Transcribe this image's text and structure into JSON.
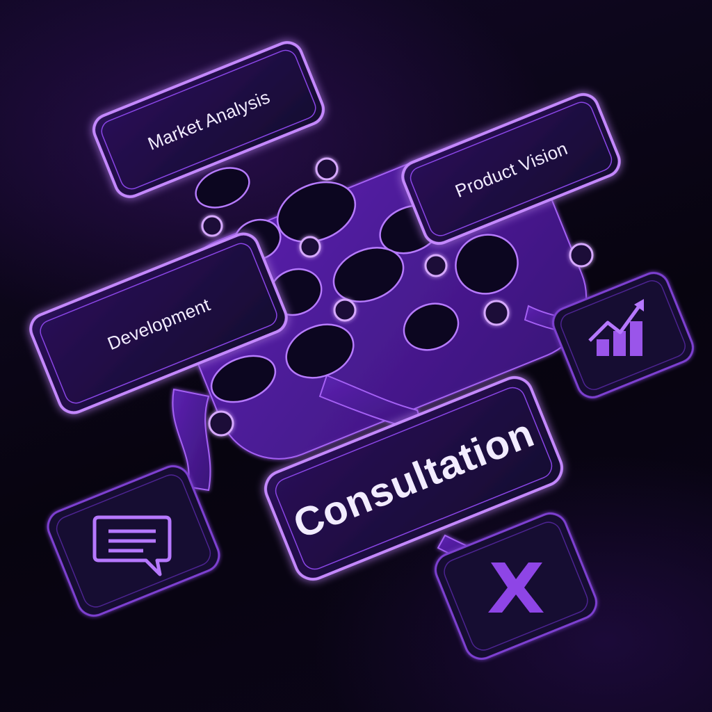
{
  "nodes": {
    "market_analysis": "Market Analysis",
    "product_vision": "Product Vision",
    "development": "Development",
    "consultation": "Consultation"
  },
  "icons": {
    "chart": "bar-chart-trend-icon",
    "message": "chat-message-icon",
    "close": "close-x-icon"
  },
  "colors": {
    "background": "#07040f",
    "panel": "#1b0c3c",
    "glow": "#b36cff",
    "accent": "#8a3de0",
    "text": "#f2ecff"
  }
}
